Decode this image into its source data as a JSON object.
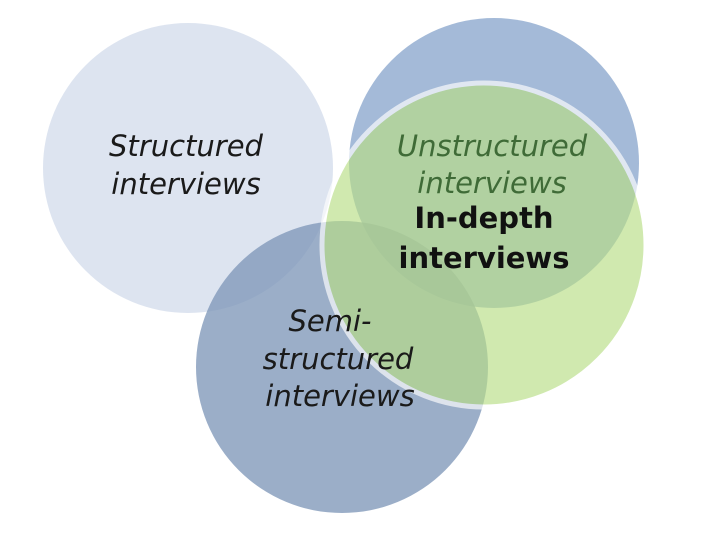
{
  "diagram": {
    "structured": {
      "line1": "Structured",
      "line2": "interviews"
    },
    "semi_structured": {
      "line1": "Semi-",
      "line2": "structured",
      "line3": "interviews"
    },
    "unstructured": {
      "line1": "Unstructured",
      "line2": "interviews"
    },
    "in_depth": {
      "line1": "In-depth",
      "line2": "interviews"
    }
  },
  "colors": {
    "structured_fill": "#dbe3ef",
    "unstructured_fill": "#9fb6d6",
    "semi_structured_fill": "#7f97b9",
    "in_depth_fill": "#b9de86",
    "in_depth_stroke": "#ffffff"
  }
}
